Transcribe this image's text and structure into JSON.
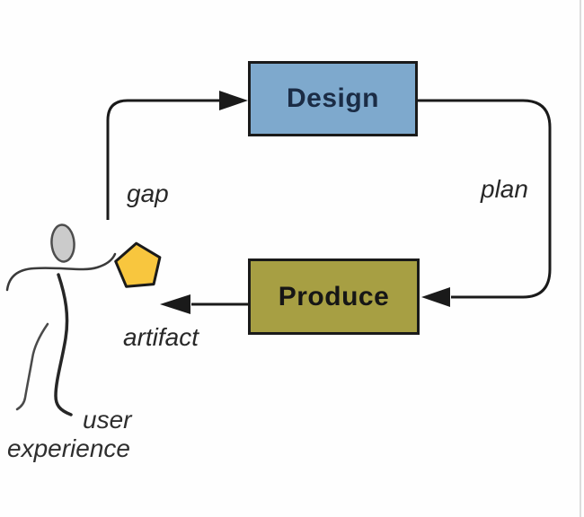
{
  "diagram": {
    "nodes": [
      {
        "id": "design",
        "label": "Design",
        "fill": "#7ea9cd",
        "text_color": "#1b2c45"
      },
      {
        "id": "produce",
        "label": "Produce",
        "fill": "#a79f43",
        "text_color": "#161616"
      }
    ],
    "edge_labels": {
      "gap": "gap",
      "plan": "plan",
      "artifact": "artifact"
    },
    "actor_label": {
      "line1": "user",
      "line2": "experience"
    },
    "icons": {
      "person": "stick-figure-person-icon",
      "artifact_shape": "pentagon-icon"
    },
    "colors": {
      "line": "#1a1a1a",
      "pentagon_fill": "#f8c63e",
      "head_fill": "#cbcbcb",
      "background": "#fefefe"
    }
  }
}
